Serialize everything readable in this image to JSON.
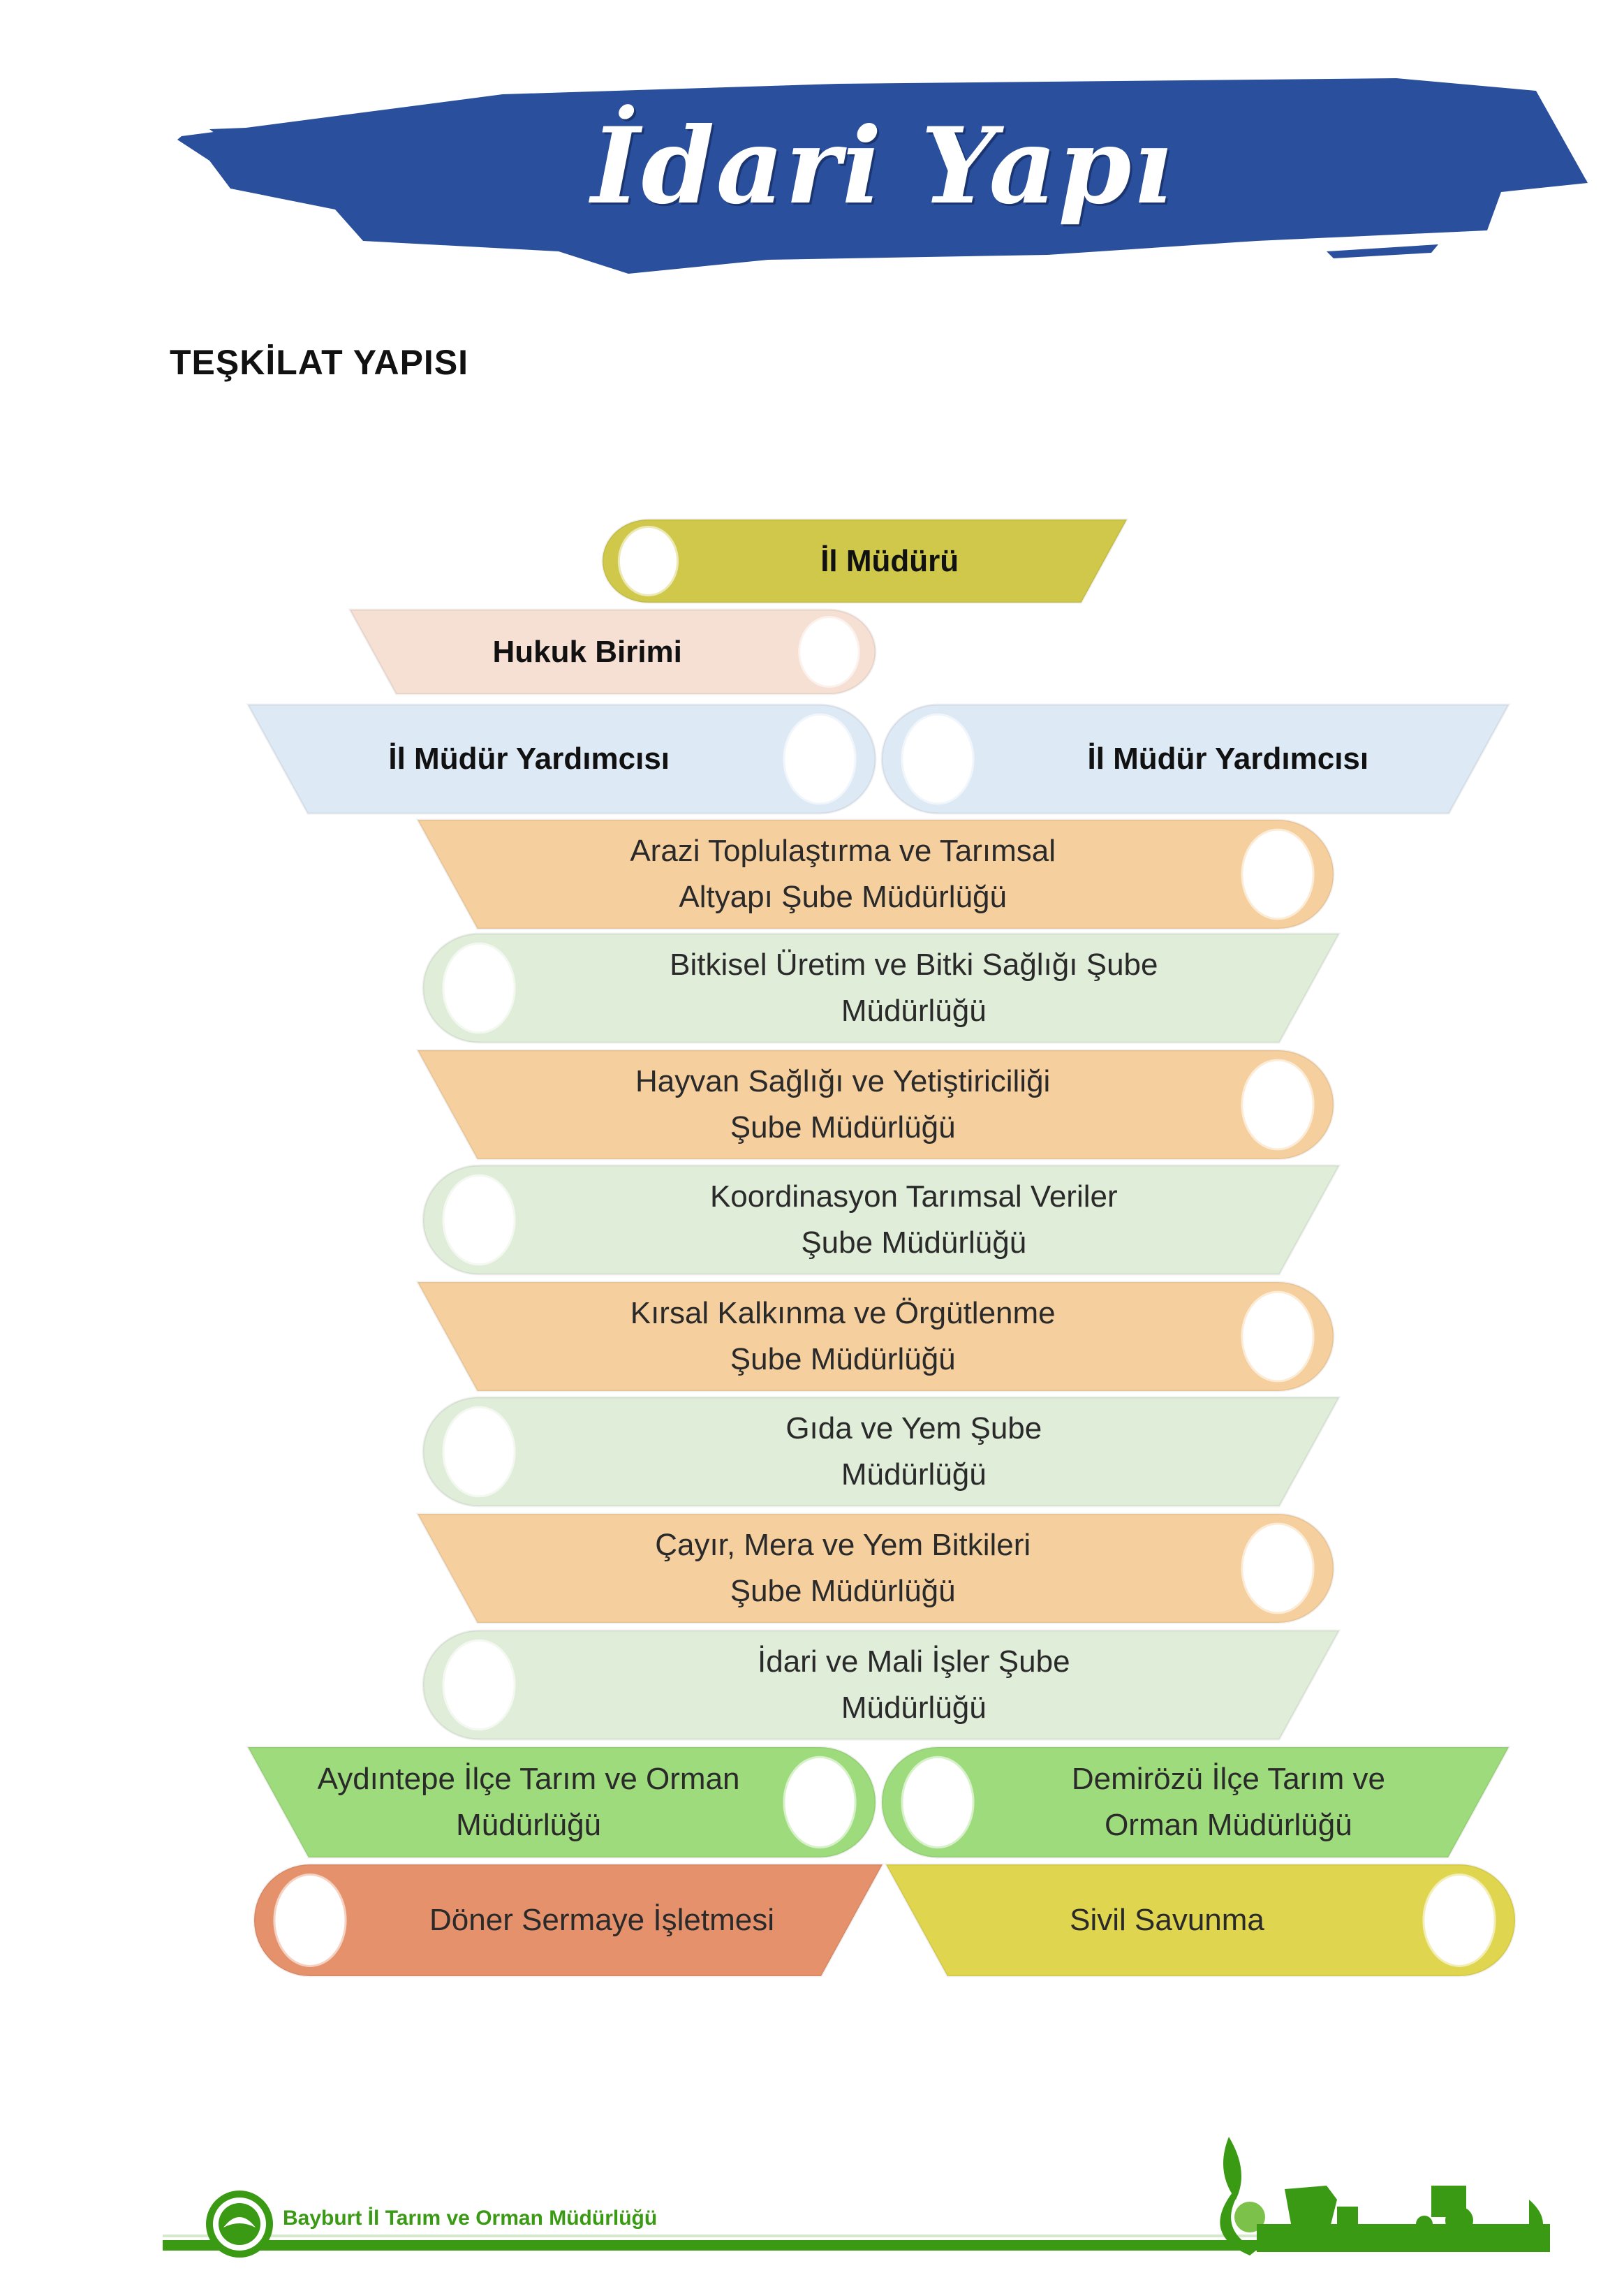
{
  "header": {
    "title": "İdari Yapı",
    "section_title": "TEŞKİLAT YAPISI",
    "banner_color": "#2a4f9c"
  },
  "org": {
    "il_muduru": "İl Müdürü",
    "hukuk": "Hukuk Birimi",
    "yardimci_1": "İl Müdür Yardımcısı",
    "yardimci_2": "İl Müdür Yardımcısı",
    "units": [
      {
        "l1": "Arazi Toplulaştırma ve Tarımsal",
        "l2": "Altyapı  Şube Müdürlüğü"
      },
      {
        "l1": "Bitkisel Üretim ve Bitki Sağlığı Şube",
        "l2": "Müdürlüğü"
      },
      {
        "l1": "Hayvan Sağlığı ve Yetiştiriciliği",
        "l2": "Şube Müdürlüğü"
      },
      {
        "l1": "Koordinasyon Tarımsal Veriler",
        "l2": "Şube Müdürlüğü"
      },
      {
        "l1": "Kırsal Kalkınma ve Örgütlenme",
        "l2": "Şube Müdürlüğü"
      },
      {
        "l1": "Gıda ve Yem Şube",
        "l2": "Müdürlüğü"
      },
      {
        "l1": "Çayır, Mera ve Yem Bitkileri",
        "l2": "Şube Müdürlüğü"
      },
      {
        "l1": "İdari ve Mali İşler Şube",
        "l2": "Müdürlüğü"
      }
    ],
    "aydintepe": {
      "l1": "Aydıntepe İlçe Tarım ve Orman",
      "l2": "Müdürlüğü"
    },
    "demirozu": {
      "l1": "Demirözü İlçe Tarım ve",
      "l2": "Orman Müdürlüğü"
    },
    "doner": "Döner Sermaye İşletmesi",
    "sivil": "Sivil Savunma"
  },
  "footer": {
    "text": "Bayburt İl Tarım ve Orman Müdürlüğü",
    "color": "#3a9a14"
  }
}
